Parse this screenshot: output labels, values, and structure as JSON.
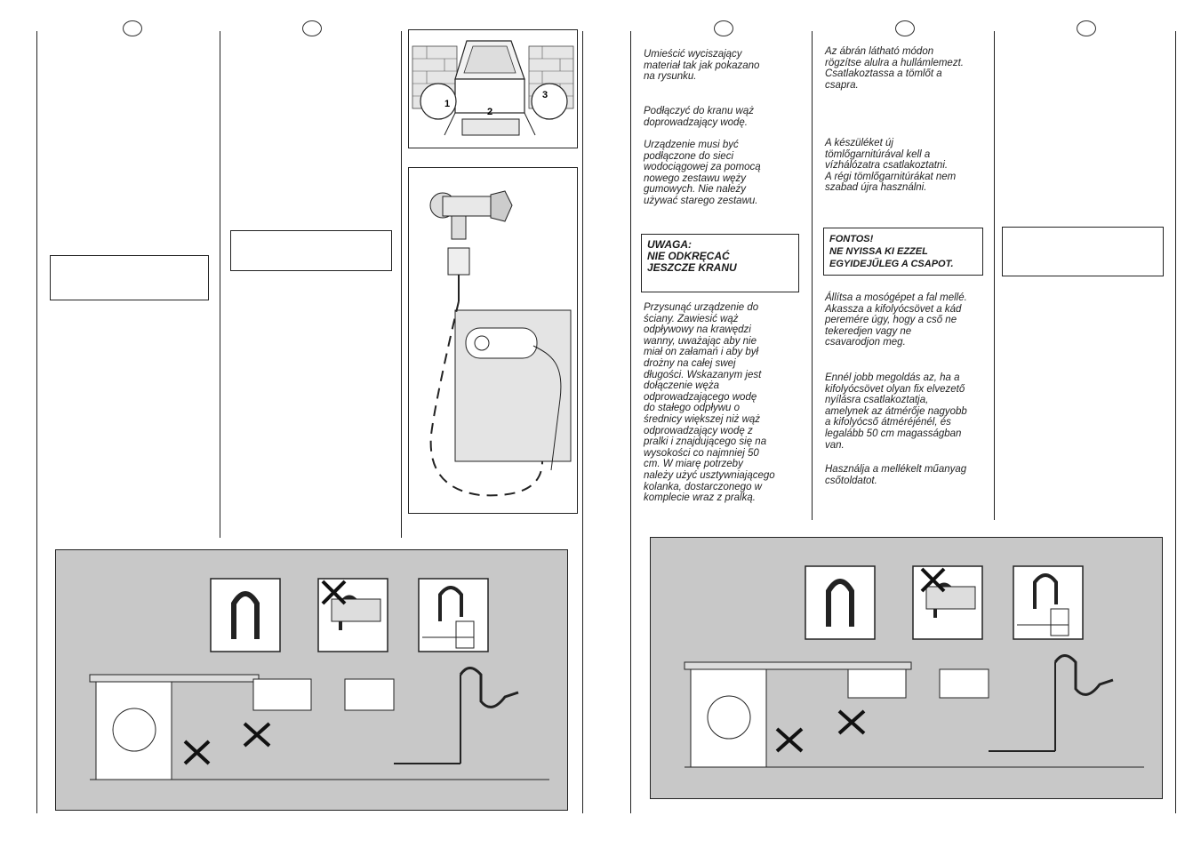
{
  "polish": {
    "p1": "Umieścić wyciszający\nmateriał tak jak pokazano\nna rysunku.",
    "p2": "Podłączyć do kranu wąż\ndoprowadzający wodę.",
    "p3": "Urządzenie musi być\npodłączone do sieci\nwodociągowej za pomocą\nnowego zestawu węży\ngumowych. Nie należy\nużywać starego zestawu.",
    "warning": "UWAGA:\nNIE ODKRĘCAĆ\nJESZCZE KRANU",
    "p4": "Przysunąć urządzenie do\nściany. Zawiesić wąż\nodpływowy na krawędzi\nwanny, uważając aby nie\nmiał on załamań i aby był\ndrożny na całej swej\ndługości. Wskazanym jest\ndołączenie węża\nodprowadzającego wodę\ndo stałego odpływu o\nśrednicy większej niż wąż\nodprowadzający wodę z\npralki i znajdującego się na\nwysokości co najmniej 50\ncm. W miarę potrzeby\nnależy użyć usztywniającego\nkolanka, dostarczonego w\nkomplecie wraz z pralką."
  },
  "hungarian": {
    "p1": "Az ábrán látható módon\nrögzítse alulra a hullámlemezt.\nCsatlakoztassa a tömlőt a\ncsapra.",
    "p2": "A készüléket új\ntömlőgarnitúrával kell a\nvízhálózatra csatlakoztatni.\nA régi tömlőgarnitúrákat nem\nszabad újra használni.",
    "warning": "FONTOS!\nNE NYISSA KI EZZEL\nEGYIDEJŰLEG A CSAPOT.",
    "p3": "Állítsa a mosógépet a fal mellé.\nAkassza a kifolyócsövet a kád\nperemére úgy, hogy a cső ne\ntekeredjen vagy ne\ncsavarodjon meg.",
    "p4": "Ennél jobb megoldás az, ha a\nkifolyócsövet olyan fix elvezető\nnyílásra csatlakoztatja,\namelynek az átmérője nagyobb\na kifolyócső átméréjénél, és\nlegalább 50 cm magasságban\nvan.",
    "p5": "Használja a mellékelt műanyag\ncsőtoldatot."
  },
  "figure_labels": {
    "step1": "1",
    "step2": "2",
    "step3": "3"
  },
  "colors": {
    "panel_bg": "#c8c8c8",
    "line": "#222222"
  }
}
